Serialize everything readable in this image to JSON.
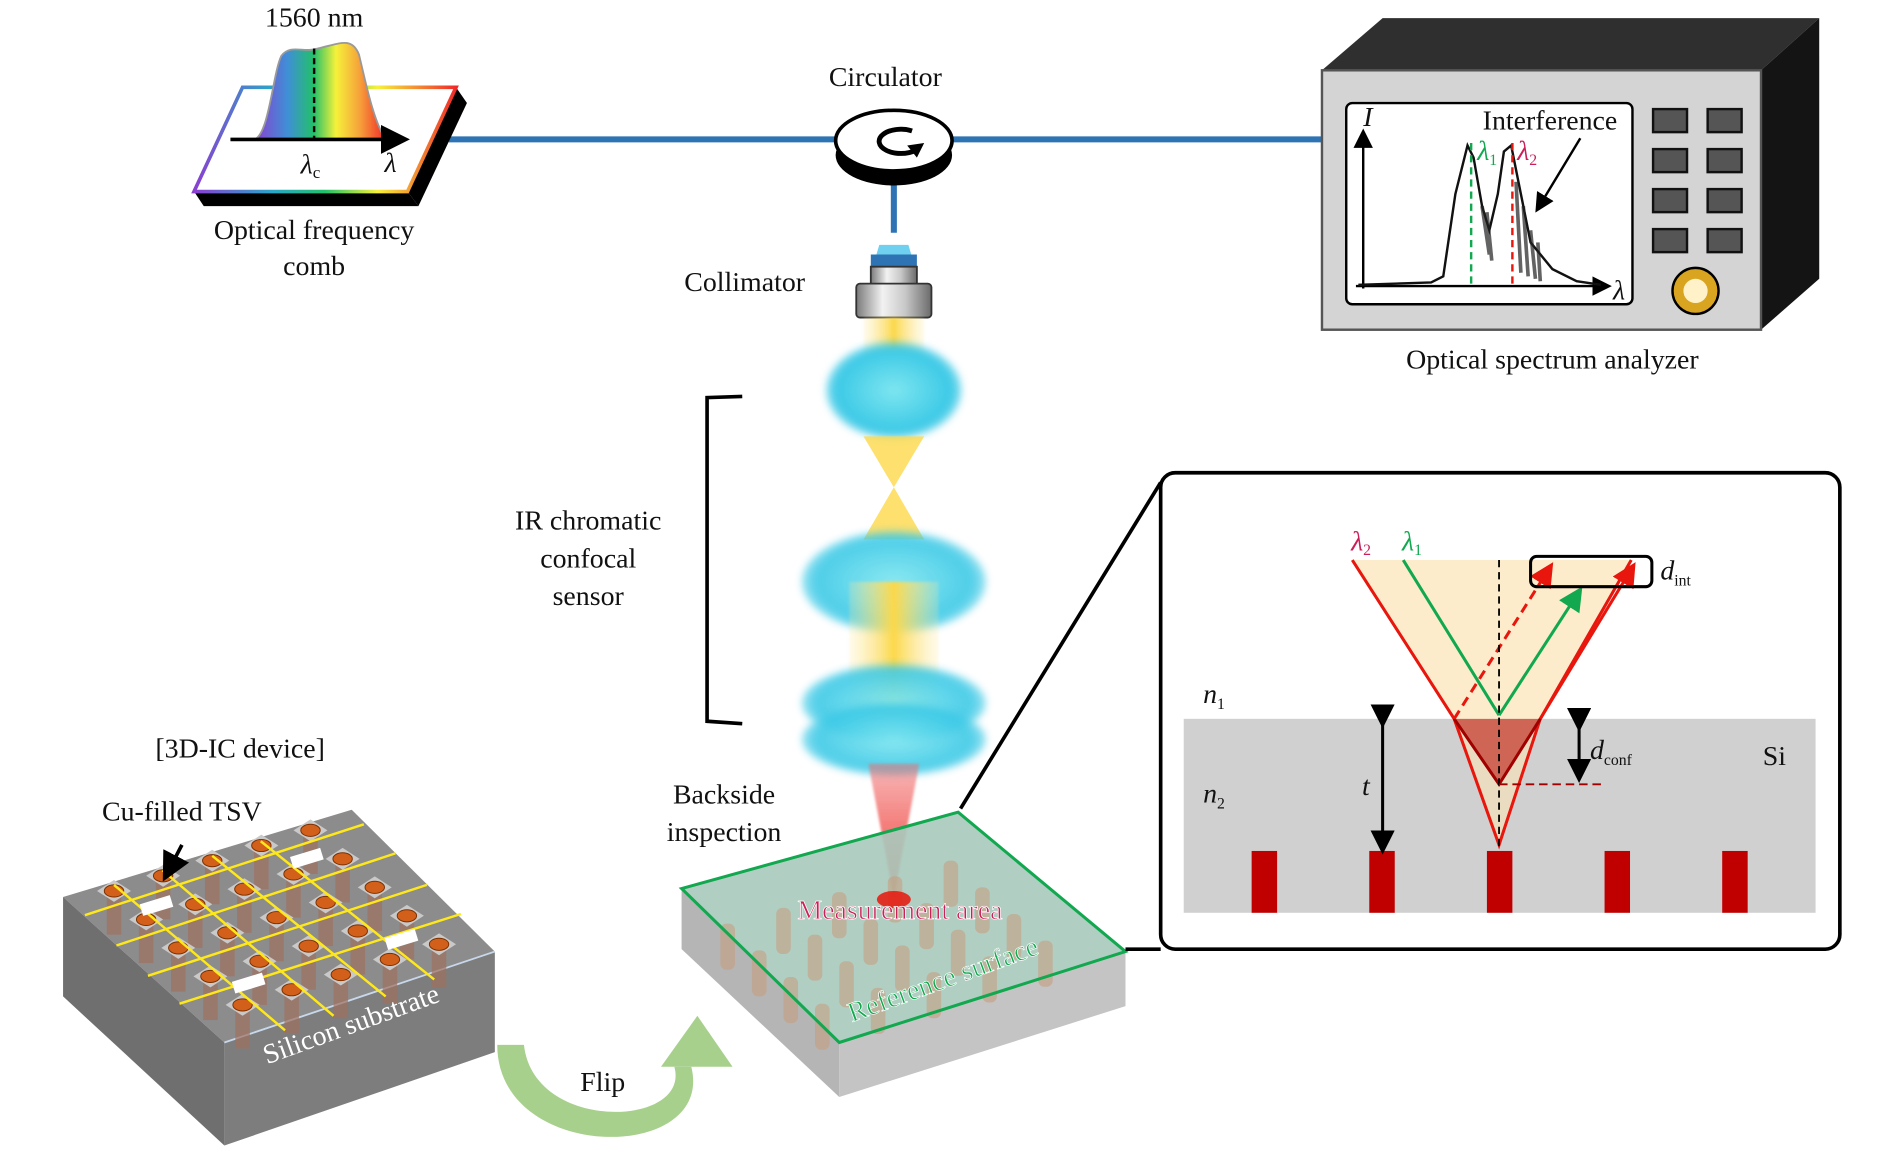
{
  "title": "IR chromatic confocal sensor setup for backside TSV inspection",
  "colors": {
    "fiber": "#2e74b5",
    "red_beam": "#e8160c",
    "green_beam": "#11a84f",
    "lambda2_label": "#cc1f5a",
    "lambda1_label": "#11a84f",
    "tsv_red": "#c00000",
    "silicon_gray": "#d0d0d0",
    "beam_cone": "#fdeccb",
    "focus_triangle": "#cf6655",
    "flip_arrow": "#a8d08d",
    "reference_surface": "#11a84f",
    "measurement_label": "#cc1f5a",
    "osa_body": "#d4d4d4",
    "osa_dark": "#2f2f2f",
    "knob": "#d9a520"
  },
  "comb": {
    "wavelength_label": "1560 nm",
    "center_label": "λ",
    "center_sub": "c",
    "axis_label": "λ",
    "caption_line1": "Optical frequency",
    "caption_line2": "comb"
  },
  "circulator": {
    "label": "Circulator"
  },
  "collimator": {
    "label": "Collimator"
  },
  "sensor": {
    "line1": "IR chromatic",
    "line2": "confocal",
    "line3": "sensor"
  },
  "backside": {
    "line1": "Backside",
    "line2": "inspection"
  },
  "osa": {
    "caption": "Optical spectrum analyzer",
    "y_axis": "I",
    "x_axis": "λ",
    "interference_label": "Interference",
    "lambda1": "λ",
    "lambda1_sub": "1",
    "lambda2": "λ",
    "lambda2_sub": "2",
    "button_count": 8
  },
  "device": {
    "title": "[3D-IC device]",
    "tsv_label": "Cu-filled TSV",
    "substrate_label": "Silicon substrate"
  },
  "flip": {
    "label": "Flip"
  },
  "sample": {
    "measurement_label": "Measurement area",
    "reference_label": "Reference surface"
  },
  "inset": {
    "lambda2": "λ",
    "lambda2_sub": "2",
    "lambda1": "λ",
    "lambda1_sub": "1",
    "d_int": "d",
    "d_int_sub": "int",
    "d_conf": "d",
    "d_conf_sub": "conf",
    "n1": "n",
    "n1_sub": "1",
    "n2": "n",
    "n2_sub": "2",
    "t": "t",
    "si": "Si",
    "tsv_count": 5
  }
}
